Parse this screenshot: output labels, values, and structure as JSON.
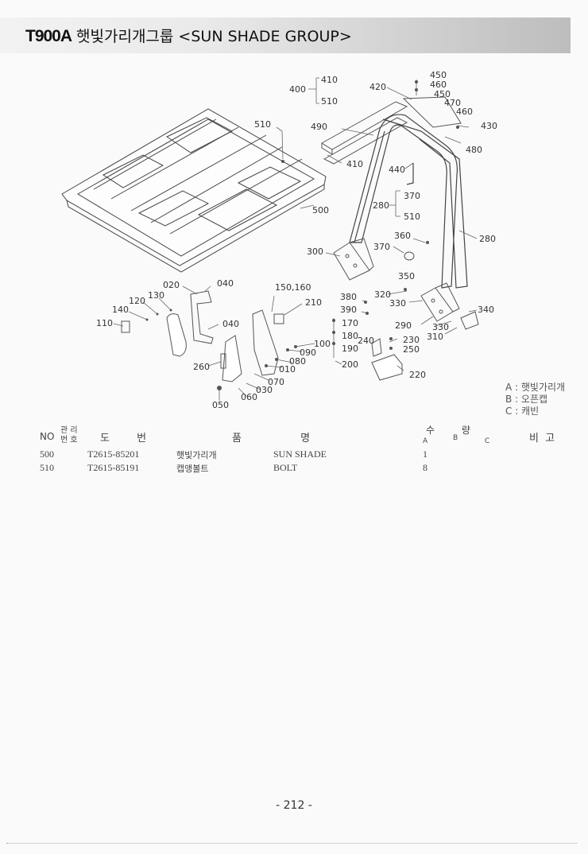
{
  "header": {
    "model": "T900A",
    "title": "햇빛가리개그룹 <SUN SHADE GROUP>"
  },
  "callouts": {
    "c400": "400",
    "c410a": "410",
    "c510a": "510",
    "c420": "420",
    "c450a": "450",
    "c460a": "460",
    "c450b": "450",
    "c470": "470",
    "c460b": "460",
    "c430": "430",
    "c480": "480",
    "c510b": "510",
    "c490": "490",
    "c410b": "410",
    "c440": "440",
    "c500": "500",
    "c280a": "280",
    "c370a": "370",
    "c510c": "510",
    "c360": "360",
    "c370b": "370",
    "c280b": "280",
    "c300": "300",
    "c350": "350",
    "c020": "020",
    "c040a": "040",
    "c130": "130",
    "c120": "120",
    "c140": "140",
    "c110": "110",
    "c040b": "040",
    "c150": "150,160",
    "c210": "210",
    "c380": "380",
    "c390": "390",
    "c320": "320",
    "c330a": "330",
    "c340": "340",
    "c170": "170",
    "c180": "180",
    "c190": "190",
    "c240": "240",
    "c230": "230",
    "c250": "250",
    "c290": "290",
    "c330b": "330",
    "c310": "310",
    "c100": "100",
    "c090": "090",
    "c080": "080",
    "c010": "010",
    "c200": "200",
    "c220": "220",
    "c260": "260",
    "c070": "070",
    "c030": "030",
    "c060": "060",
    "c050": "050"
  },
  "legend": {
    "a": "A : 햇빛가리개",
    "b": "B : 오픈캡",
    "c": "C : 캐빈"
  },
  "table": {
    "headers": {
      "no": "NO",
      "mgmt_top": "관 리",
      "mgmt_bottom": "번 호",
      "drawing": "도 번",
      "name": "품 명",
      "qty": "수 량",
      "qa": "A",
      "qb": "B",
      "qc": "C",
      "remarks": "비 고"
    },
    "rows": [
      {
        "no": "500",
        "part": "T2615-85201",
        "kor": "햇빛가리개",
        "eng": "SUN SHADE",
        "qty_a": "1"
      },
      {
        "no": "510",
        "part": "T2615-85191",
        "kor": "캡앵볼트",
        "eng": "BOLT",
        "qty_a": "8"
      }
    ]
  },
  "page_number": "- 212 -"
}
